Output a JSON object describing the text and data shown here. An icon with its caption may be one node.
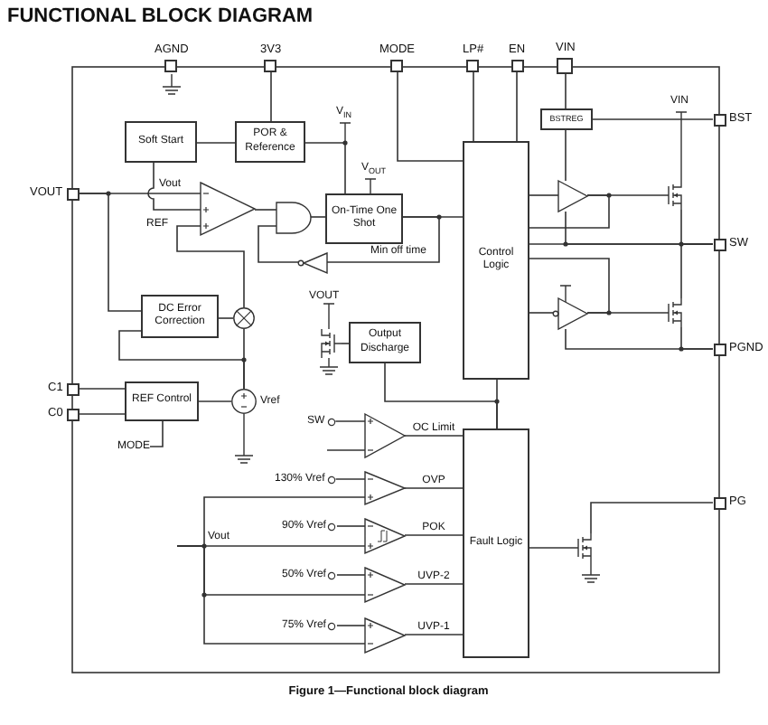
{
  "diagram": {
    "title": "FUNCTIONAL BLOCK DIAGRAM",
    "caption": "Figure 1—Functional block diagram",
    "nodes": [
      {
        "text": [
          "AGND"
        ]
      },
      {
        "text": [
          "3V3"
        ]
      },
      {
        "text": [
          "MODE"
        ]
      },
      {
        "text": [
          "LP#"
        ]
      },
      {
        "text": [
          "EN"
        ]
      },
      {
        "text": [
          "VIN"
        ]
      },
      {
        "text": [
          "BST"
        ]
      },
      {
        "text": [
          "SW"
        ]
      },
      {
        "text": [
          "PGND"
        ]
      },
      {
        "text": [
          "PG"
        ]
      },
      {
        "text": [
          "VOUT"
        ]
      },
      {
        "text": [
          "C1"
        ]
      },
      {
        "text": [
          "C0"
        ]
      },
      {
        "text": [
          "Soft Start"
        ]
      },
      {
        "text": [
          "POR & Reference"
        ]
      },
      {
        "text": [
          "On-Time One Shot"
        ],
        "beside": [
          "Min off time"
        ]
      },
      {
        "text": [
          "Control Logic"
        ]
      },
      {
        "text": [
          "BSTREG"
        ]
      },
      {
        "text": [
          "DC Error Correction"
        ]
      },
      {
        "text": [
          "Output Discharge"
        ]
      },
      {
        "text": [
          "REF Control"
        ]
      },
      {
        "text": [
          "Fault Logic"
        ]
      },
      {
        "text": [],
        "shape": "triangle"
      },
      {
        "text": [],
        "shape": "gate"
      },
      {
        "text": [],
        "shape": "triangle"
      },
      {
        "text": [],
        "shape": "circle"
      },
      {
        "text": [],
        "shape": "circle",
        "beside": [
          "Vref"
        ]
      },
      {
        "text": [],
        "shape": "triangle"
      },
      {
        "text": [],
        "shape": "triangle"
      },
      {
        "text": [],
        "shape": "transistor"
      },
      {
        "text": [],
        "shape": "transistor"
      },
      {
        "text": [],
        "shape": "transistor"
      },
      {
        "text": [],
        "shape": "transistor"
      },
      {
        "text": [],
        "shape": "triangle"
      },
      {
        "text": [],
        "shape": "triangle"
      },
      {
        "text": [],
        "shape": "triangle"
      },
      {
        "text": [],
        "shape": "triangle"
      },
      {
        "text": [],
        "shape": "triangle"
      },
      {
        "text": [
          "SW"
        ]
      },
      {
        "text": [
          "130% Vref"
        ]
      },
      {
        "text": [
          "90% Vref"
        ]
      },
      {
        "text": [
          "50% Vref"
        ]
      },
      {
        "text": [
          "75% Vref"
        ]
      },
      {
        "text": [
          "MODE"
        ]
      }
    ],
    "edges": [
      {
        "from": 1,
        "to": 14,
        "arrow": "none"
      },
      {
        "from": 2,
        "to": 16,
        "arrow": "none"
      },
      {
        "from": 3,
        "to": 16,
        "arrow": "none"
      },
      {
        "from": 4,
        "to": 16,
        "arrow": "none"
      },
      {
        "from": 5,
        "to": 17,
        "arrow": "none"
      },
      {
        "from": 17,
        "to": 6,
        "arrow": "none"
      },
      {
        "from": 17,
        "to": 27,
        "arrow": "none"
      },
      {
        "from": 27,
        "to": 7,
        "arrow": "none"
      },
      {
        "from": 16,
        "to": 7,
        "arrow": "none"
      },
      {
        "from": 16,
        "to": 27,
        "arrow": "none"
      },
      {
        "from": 27,
        "to": 29,
        "arrow": "none"
      },
      {
        "from": 27,
        "to": 16,
        "arrow": "none"
      },
      {
        "from": 29,
        "to": 7,
        "arrow": "none"
      },
      {
        "from": 30,
        "to": 7,
        "arrow": "none"
      },
      {
        "from": 30,
        "to": 8,
        "arrow": "none"
      },
      {
        "from": 16,
        "to": 28,
        "arrow": "none"
      },
      {
        "from": 28,
        "to": 30,
        "arrow": "none"
      },
      {
        "from": 28,
        "to": 16,
        "arrow": "none"
      },
      {
        "from": 28,
        "to": 8,
        "arrow": "none"
      },
      {
        "from": 15,
        "to": 16,
        "arrow": "none"
      },
      {
        "from": 15,
        "to": 24,
        "arrow": "none"
      },
      {
        "from": 24,
        "to": 23,
        "arrow": "none"
      },
      {
        "from": 22,
        "to": 23,
        "arrow": "none"
      },
      {
        "from": 23,
        "to": 15,
        "arrow": "none"
      },
      {
        "from": 14,
        "to": 15,
        "arrow": "none"
      },
      {
        "from": 13,
        "to": 14,
        "arrow": "none"
      },
      {
        "from": 13,
        "to": 22,
        "arrow": "none"
      },
      {
        "from": 10,
        "to": 22,
        "arrow": "none"
      },
      {
        "from": 10,
        "to": 18,
        "arrow": "none"
      },
      {
        "from": 25,
        "to": 22,
        "arrow": "none"
      },
      {
        "from": 18,
        "to": 25,
        "arrow": "none"
      },
      {
        "from": 26,
        "to": 25,
        "arrow": "none"
      },
      {
        "from": 26,
        "to": 18,
        "arrow": "none"
      },
      {
        "from": 20,
        "to": 26,
        "arrow": "none"
      },
      {
        "from": 11,
        "to": 20,
        "arrow": "none"
      },
      {
        "from": 12,
        "to": 20,
        "arrow": "none"
      },
      {
        "from": 43,
        "to": 20,
        "arrow": "none"
      },
      {
        "from": 19,
        "to": 32,
        "arrow": "none"
      },
      {
        "from": 19,
        "to": 21,
        "arrow": "none"
      },
      {
        "from": 16,
        "to": 21,
        "arrow": "none"
      },
      {
        "from": 38,
        "to": 33,
        "arrow": "none"
      },
      {
        "from": null,
        "to": 33,
        "arrow": "none"
      },
      {
        "from": 33,
        "to": 21,
        "label": "OC Limit",
        "arrow": "none"
      },
      {
        "from": 39,
        "to": 34,
        "arrow": "none"
      },
      {
        "from": null,
        "to": 34,
        "arrow": "none"
      },
      {
        "from": 34,
        "to": 21,
        "label": "OVP",
        "arrow": "none"
      },
      {
        "from": 40,
        "to": 35,
        "arrow": "none"
      },
      {
        "from": null,
        "to": 35,
        "arrow": "none"
      },
      {
        "from": 35,
        "to": 21,
        "label": "POK",
        "arrow": "none"
      },
      {
        "from": 41,
        "to": 36,
        "arrow": "none"
      },
      {
        "from": null,
        "to": 36,
        "arrow": "none"
      },
      {
        "from": 36,
        "to": 21,
        "label": "UVP-2",
        "arrow": "none"
      },
      {
        "from": 42,
        "to": 37,
        "arrow": "none"
      },
      {
        "from": null,
        "to": 37,
        "arrow": "none"
      },
      {
        "from": 37,
        "to": 21,
        "label": "UVP-1",
        "arrow": "none"
      },
      {
        "from": 21,
        "to": 31,
        "arrow": "none"
      },
      {
        "from": 31,
        "to": 9,
        "arrow": "none"
      }
    ],
    "labels": [
      "VIN",
      "V$_{IN}$",
      "V$_{OUT}$",
      "Vout",
      "REF",
      "VOUT",
      "Vout"
    ]
  }
}
